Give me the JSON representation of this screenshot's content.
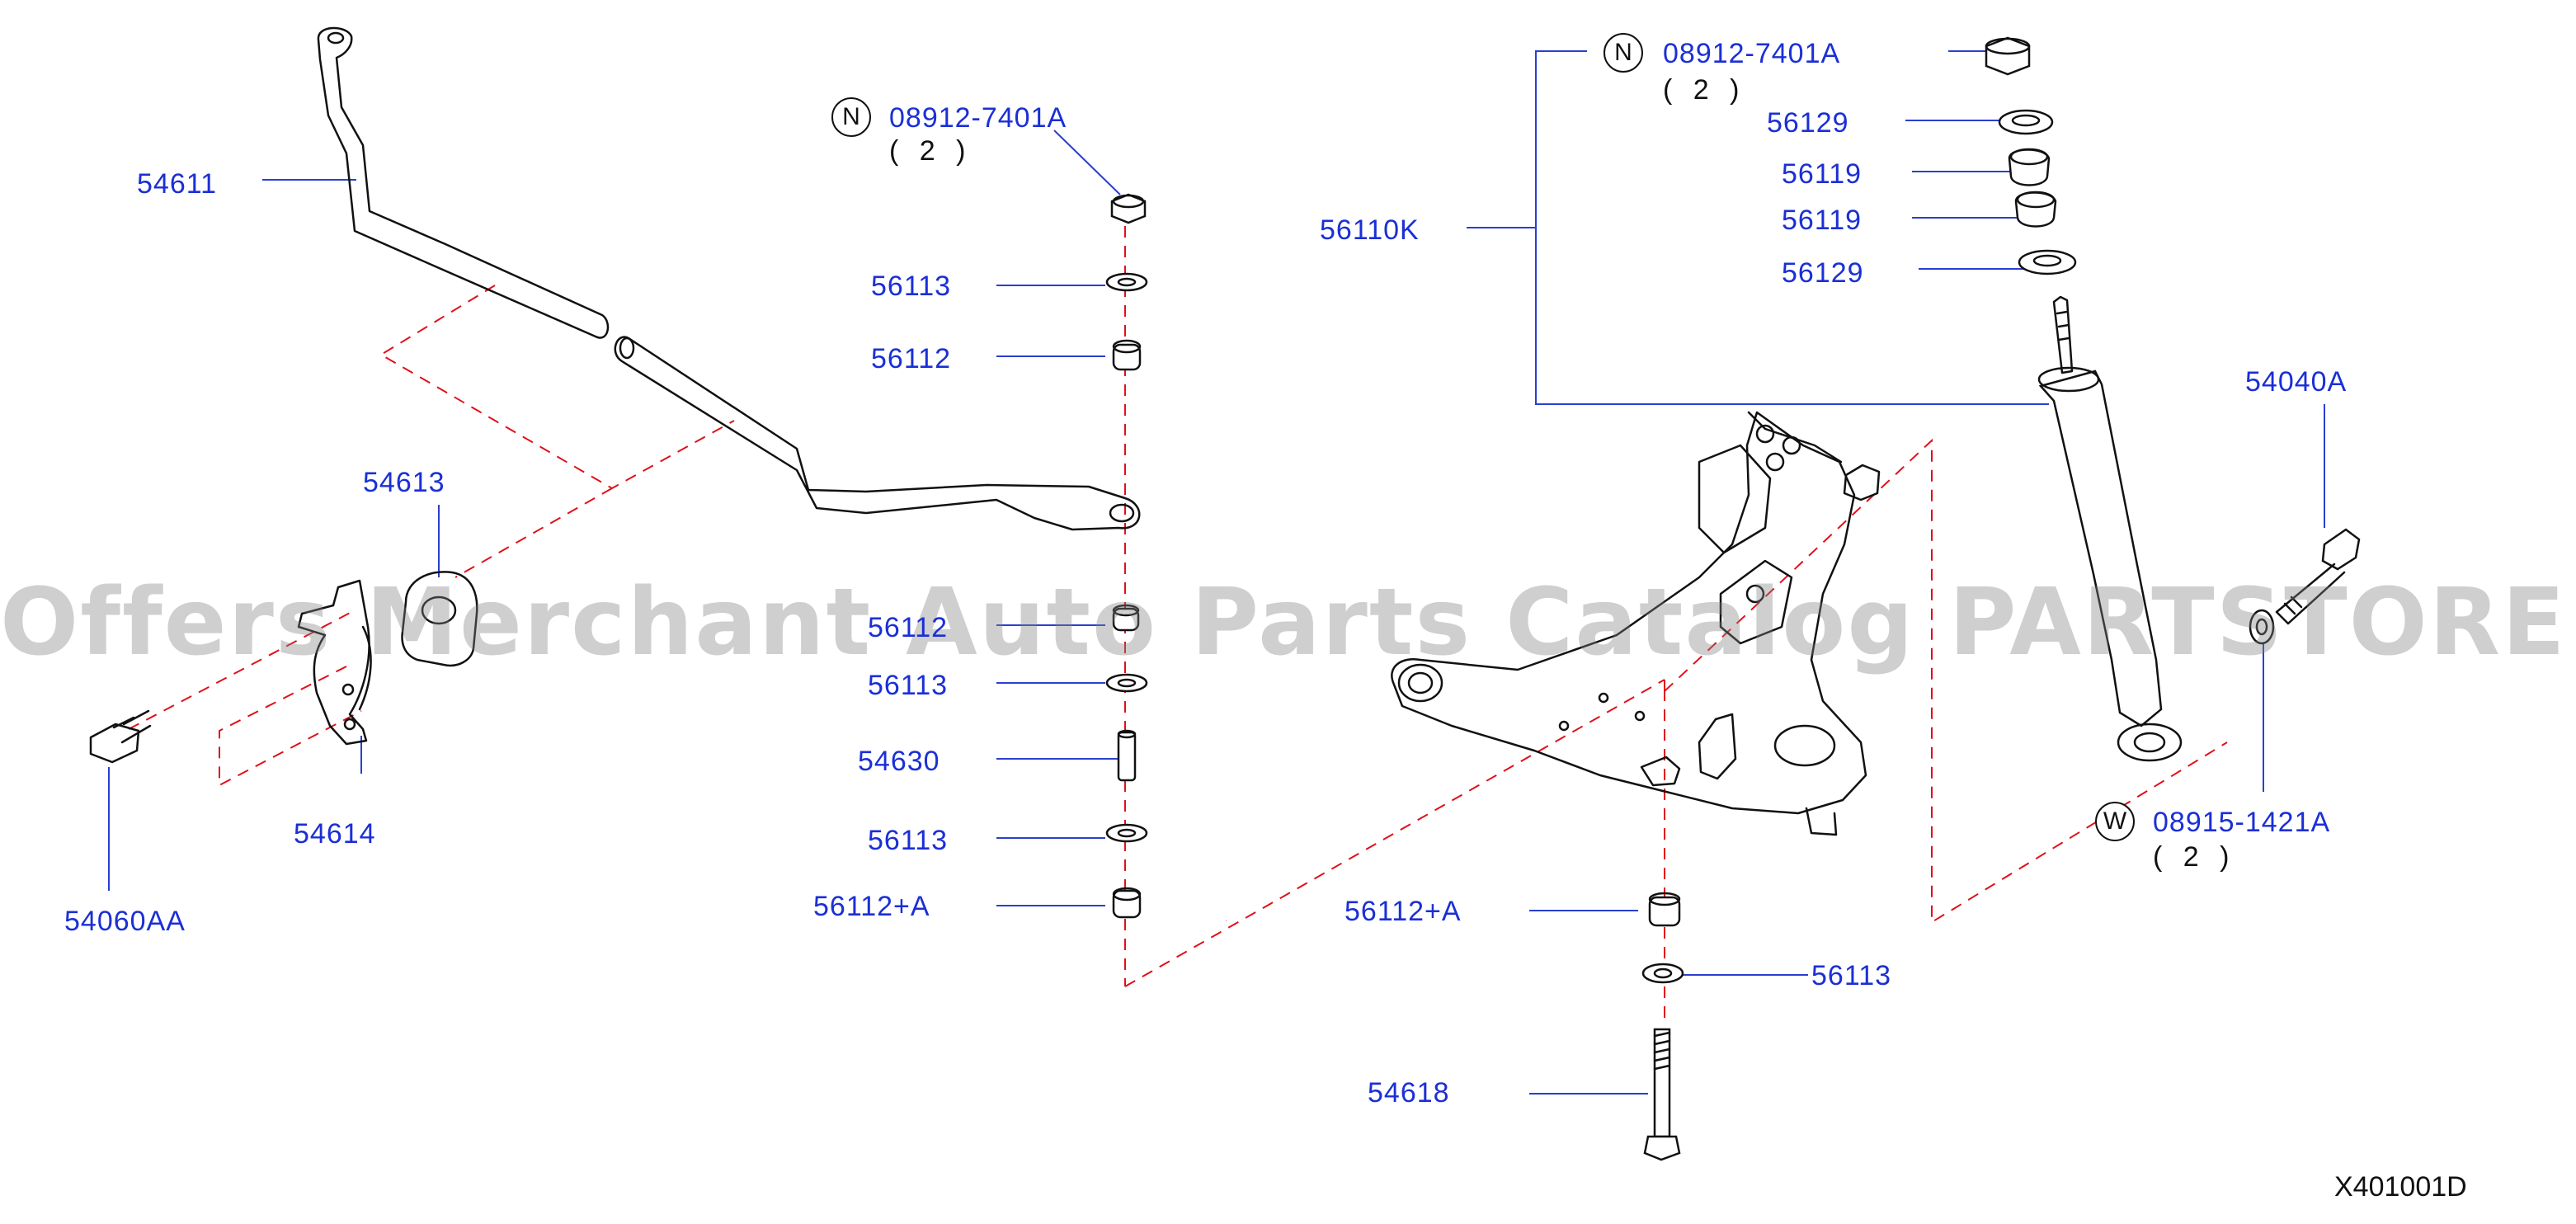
{
  "diagram_ref": "X401001D",
  "watermark": "Offers Merchant Auto Parts Catalog PARTSTORE.SA",
  "colors": {
    "label": "#1b2fd6",
    "leader": "#2a3fd0",
    "dashed": "#e0101a",
    "part_outline": "#111111"
  },
  "labels": {
    "p54611": "54611",
    "p54613": "54613",
    "p54614": "54614",
    "p54060AA": "54060AA",
    "nut_left": "08912-7401A",
    "nut_left_qty": "( 2 )",
    "nut_left_badge": "N",
    "p56113_a": "56113",
    "p56112_a": "56112",
    "p56112_b": "56112",
    "p56113_b": "56113",
    "p54630": "54630",
    "p56113_c": "56113",
    "p56112A_left": "56112+A",
    "nut_right": "08912-7401A",
    "nut_right_qty": "( 2 )",
    "nut_right_badge": "N",
    "p56110K": "56110K",
    "p56129_a": "56129",
    "p56119_a": "56119",
    "p56119_b": "56119",
    "p56129_b": "56129",
    "p54040A": "54040A",
    "washer": "08915-1421A",
    "washer_qty": "( 2 )",
    "washer_badge": "W",
    "p56112A_right": "56112+A",
    "p56113_d": "56113",
    "p54618": "54618"
  }
}
